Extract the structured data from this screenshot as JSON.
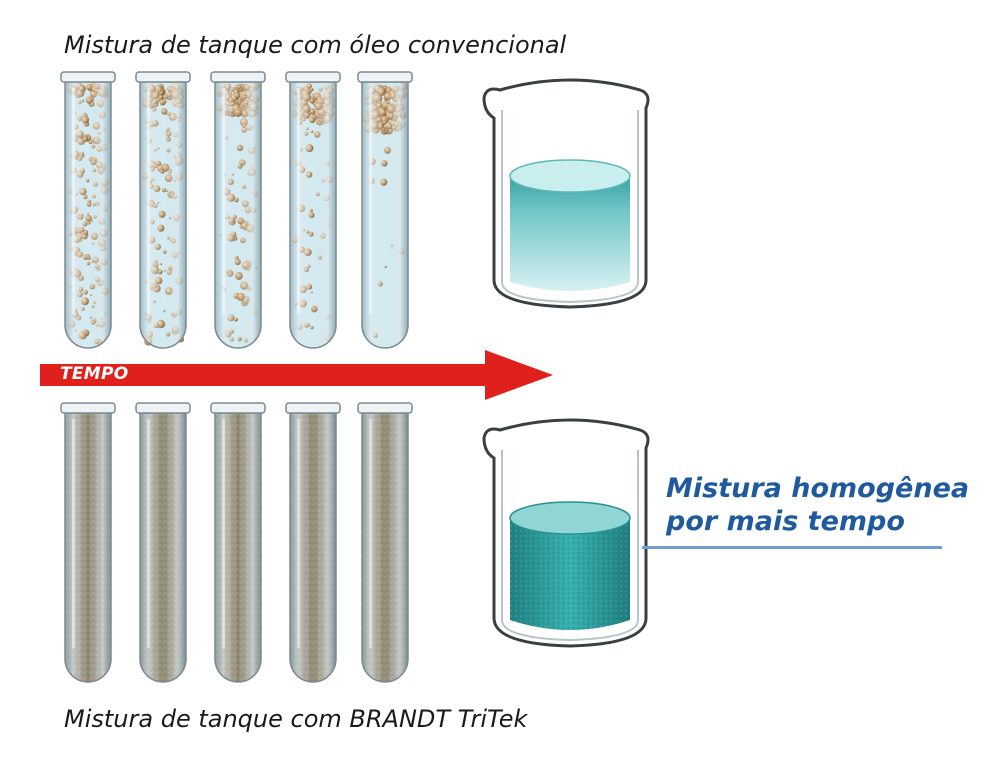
{
  "captions": {
    "top": "Mistura de tanque com óleo convencional",
    "bottom": "Mistura de tanque com BRANDT TriTek"
  },
  "arrow": {
    "label": "TEMPO"
  },
  "callout": {
    "line1": "Mistura homogênea",
    "line2": "por mais tempo"
  },
  "colors": {
    "arrow": "#e0201a",
    "callout_text": "#1f5a9e",
    "callout_line": "#6f9fd1",
    "clear_liquid": "#bcdde7",
    "oil_droplet": "#b48a57",
    "mixed_suspension": "#7d7560",
    "beaker_top_liquid": "#c9eeee",
    "beaker_mixed_liquid": "#2a9c9c"
  },
  "tubes": {
    "conventional_separation_levels": [
      0.0,
      0.25,
      0.5,
      0.72,
      0.92
    ],
    "tritek_separation_levels": [
      0.0,
      0.0,
      0.0,
      0.0,
      0.0
    ]
  }
}
